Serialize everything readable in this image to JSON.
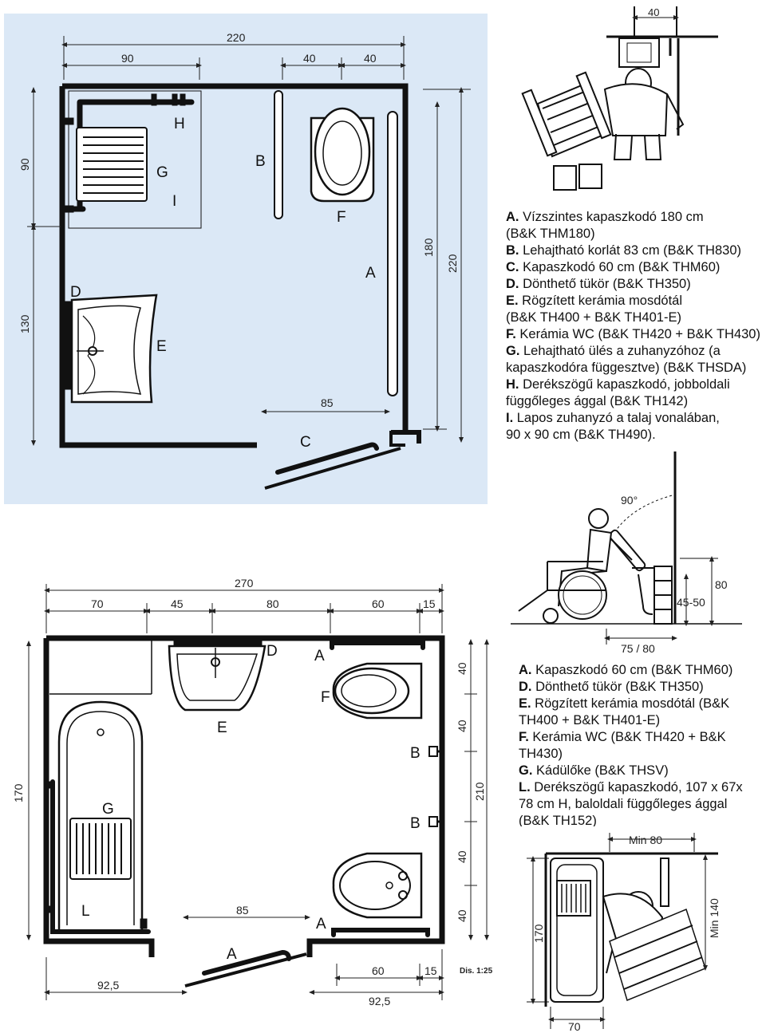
{
  "plan_top": {
    "dimensions": {
      "total_width": "220",
      "seg_90": "90",
      "seg_40a": "40",
      "seg_40b": "40",
      "left_90": "90",
      "left_130": "130",
      "right_180": "180",
      "right_220": "220",
      "door_85": "85"
    },
    "letters": {
      "A": "A",
      "B": "B",
      "C": "C",
      "D": "D",
      "E": "E",
      "F": "F",
      "G": "G",
      "H": "H",
      "I": "I"
    }
  },
  "legend_top": [
    {
      "key": "A.",
      "text": " Vízszintes kapaszkodó 180 cm"
    },
    {
      "key": "",
      "text": "(B&K THM180)"
    },
    {
      "key": "B.",
      "text": " Lehajtható korlát 83 cm (B&K TH830)"
    },
    {
      "key": "C.",
      "text": " Kapaszkodó 60 cm (B&K THM60)"
    },
    {
      "key": "D.",
      "text": " Dönthető tükör (B&K TH350)"
    },
    {
      "key": "E.",
      "text": " Rögzített kerámia mosdótál"
    },
    {
      "key": "",
      "text": "(B&K TH400 + B&K TH401-E)"
    },
    {
      "key": "F.",
      "text": " Kerámia WC (B&K TH420 + B&K TH430)"
    },
    {
      "key": "G.",
      "text": " Lehajtható ülés a zuhanyzóhoz (a"
    },
    {
      "key": "",
      "text": "kapaszkodóra függesztve) (B&K THSDA)"
    },
    {
      "key": "H.",
      "text": " Derékszögű kapaszkodó, jobboldali"
    },
    {
      "key": "",
      "text": "függőleges ággal (B&K TH142)"
    },
    {
      "key": "I.",
      "text": " Lapos zuhanyzó a talaj vonalában,"
    },
    {
      "key": "",
      "text": "90 x 90 cm (B&K TH490)."
    }
  ],
  "top_right_detail": {
    "dim_40": "40"
  },
  "side_detail": {
    "angle": "90°",
    "h_80": "80",
    "h_4550": "45-50",
    "w_7580": "75 / 80"
  },
  "plan_bottom": {
    "dimensions": {
      "total_270": "270",
      "s70": "70",
      "s45": "45",
      "s80": "80",
      "s60": "60",
      "s15": "15",
      "left_170": "170",
      "right_40a": "40",
      "right_40b": "40",
      "right_40c": "40",
      "right_40d": "40",
      "right_210": "210",
      "door_85": "85",
      "b_925a": "92,5",
      "b_925b": "92,5",
      "b_60": "60",
      "b_15": "15",
      "scale": "Dis. 1:25"
    },
    "letters": {
      "A1": "A",
      "A2": "A",
      "A3": "A",
      "B1": "B",
      "B2": "B",
      "D": "D",
      "E": "E",
      "F": "F",
      "G": "G",
      "L": "L"
    }
  },
  "legend_bottom": [
    {
      "key": "A.",
      "text": " Kapaszkodó 60 cm (B&K THM60)"
    },
    {
      "key": "D.",
      "text": " Dönthető tükör (B&K TH350)"
    },
    {
      "key": "E.",
      "text": " Rögzített kerámia mosdótál (B&K TH400 + B&K TH401-E)"
    },
    {
      "key": "F.",
      "text": " Kerámia WC (B&K TH420 + B&K TH430)"
    },
    {
      "key": "G.",
      "text": " Kádülőke (B&K THSV)"
    },
    {
      "key": "L.",
      "text": " Derékszögű kapaszkodó, 107 x 67x 78 cm H, baloldali függőleges ággal (B&K TH152)"
    }
  ],
  "bath_detail": {
    "min80": "Min 80",
    "d170": "170",
    "min140": "Min 140",
    "d70": "70"
  }
}
